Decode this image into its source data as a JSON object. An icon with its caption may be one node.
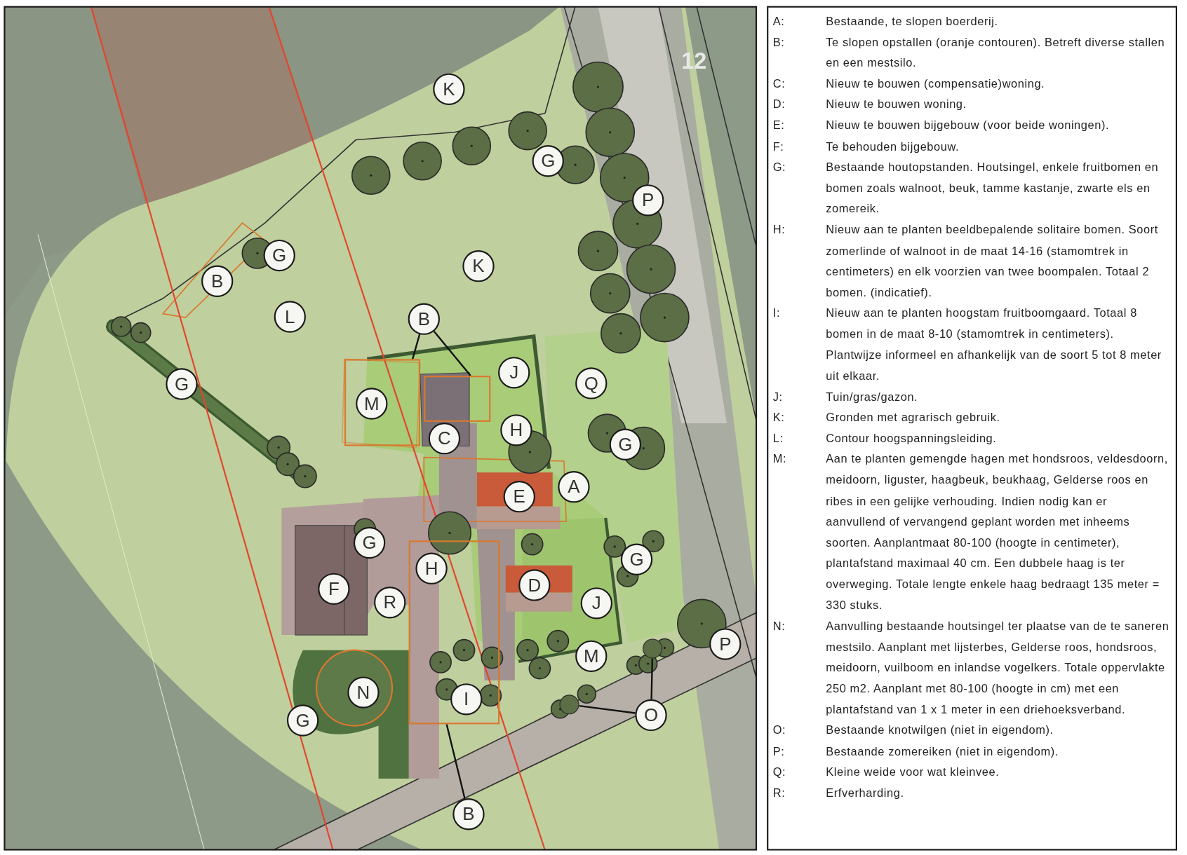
{
  "diagram": {
    "nodes": [
      {
        "text": [
          "K"
        ]
      },
      {
        "text": [
          "G"
        ]
      },
      {
        "text": [
          "P"
        ]
      },
      {
        "text": [
          "G"
        ]
      },
      {
        "text": [
          "K"
        ]
      },
      {
        "text": [
          "B"
        ]
      },
      {
        "text": [
          "L"
        ]
      },
      {
        "text": [
          "B"
        ]
      },
      {
        "text": [
          "J"
        ]
      },
      {
        "text": [
          "Q"
        ]
      },
      {
        "text": [
          "G"
        ]
      },
      {
        "text": [
          "M"
        ],
        "in": 31
      },
      {
        "text": [
          "H"
        ]
      },
      {
        "text": [
          "C"
        ]
      },
      {
        "text": [
          "G"
        ]
      },
      {
        "text": [
          "A"
        ]
      },
      {
        "text": [
          "E"
        ]
      },
      {
        "text": [
          "G"
        ]
      },
      {
        "text": [
          "G"
        ]
      },
      {
        "text": [
          "H"
        ],
        "in": 35
      },
      {
        "text": [
          "D"
        ]
      },
      {
        "text": [
          "F"
        ]
      },
      {
        "text": [
          "R"
        ]
      },
      {
        "text": [
          "J"
        ]
      },
      {
        "text": [
          "P"
        ]
      },
      {
        "text": [
          "M"
        ]
      },
      {
        "text": [
          "N"
        ]
      },
      {
        "text": [
          "I"
        ],
        "in": 35
      },
      {
        "text": [
          "O"
        ]
      },
      {
        "text": [
          "G"
        ]
      },
      {
        "text": [
          "B"
        ]
      },
      {
        "text": [],
        "shape": "box"
      },
      {
        "text": [],
        "shape": "box"
      },
      {
        "text": [],
        "shape": "circle"
      },
      {
        "text": [],
        "shape": "circle"
      },
      {
        "text": [],
        "shape": "box"
      }
    ],
    "edges": [
      {
        "from": 7,
        "to": 31,
        "arrow": "none"
      },
      {
        "from": 7,
        "to": 32,
        "arrow": "none"
      },
      {
        "from": 28,
        "to": 33,
        "arrow": "none"
      },
      {
        "from": 28,
        "to": 34,
        "arrow": "none"
      },
      {
        "from": 30,
        "to": 35,
        "arrow": "none"
      }
    ],
    "labels": [
      "12",
      "A:",
      "Bestaande, te slopen boerderij.",
      "B:",
      "Te slopen opstallen (oranje contouren). Betreft diverse stallen en een mestsilo.",
      "C:",
      "Nieuw te bouwen (compensatie)woning.",
      "D:",
      "Nieuw te bouwen woning.",
      "E:",
      "Nieuw te bouwen bijgebouw (voor beide woningen).",
      "F:",
      "Te behouden bijgebouw.",
      "G:",
      "Bestaande houtopstanden. Houtsingel, enkele fruitbomen en bomen zoals walnoot, beuk, tamme kastanje, zwarte els en zomereik.",
      "H:",
      "Nieuw aan te planten beeldbepalende solitaire bomen. Soort zomerlinde of walnoot in de maat 14-16 (stamomtrek in centimeters) en elk voorzien van twee boompalen. Totaal 2 bomen. (indicatief).",
      "I:",
      "Nieuw aan te planten hoogstam fruitboomgaard. Totaal 8 bomen in de maat 8-10 (stamomtrek in centimeters). Plantwijze informeel en afhankelijk van de soort 5 tot 8 meter uit elkaar.",
      "J:",
      "Tuin/gras/gazon.",
      "K:",
      "Gronden met agrarisch gebruik.",
      "L:",
      "Contour hoogspanningsleiding.",
      "M:",
      "Aan te planten gemengde hagen met hondsroos, veldesdoorn, meidoorn, liguster, haagbeuk, beukhaag, Gelderse roos en ribes in een gelijke verhouding. Indien nodig kan er aanvullend of vervangend geplant worden met inheems soorten. Aanplantmaat 80-100 (hoogte in centimeter), plantafstand maximaal 40 cm. Een dubbele haag is ter overweging. Totale lengte enkele haag bedraagt 135 meter = 330 stuks.",
      "N:",
      "Aanvulling bestaande houtsingel ter plaatse van de te saneren mestsilo. Aanplant met lijsterbes, Gelderse roos, hondsroos, meidoorn, vuilboom en inlandse vogelkers. Totale oppervlakte 250 m2. Aanplant met 80-100 (hoogte in cm) met een plantafstand van 1 x 1 meter in een driehoeksverband.",
      "O:",
      "Bestaande knotwilgen (niet in eigendom).",
      "P:",
      "Bestaande zomereiken (niet in eigendom).",
      "Q:",
      "Kleine weide voor wat kleinvee.",
      "R:",
      "Erfverharding."
    ]
  }
}
